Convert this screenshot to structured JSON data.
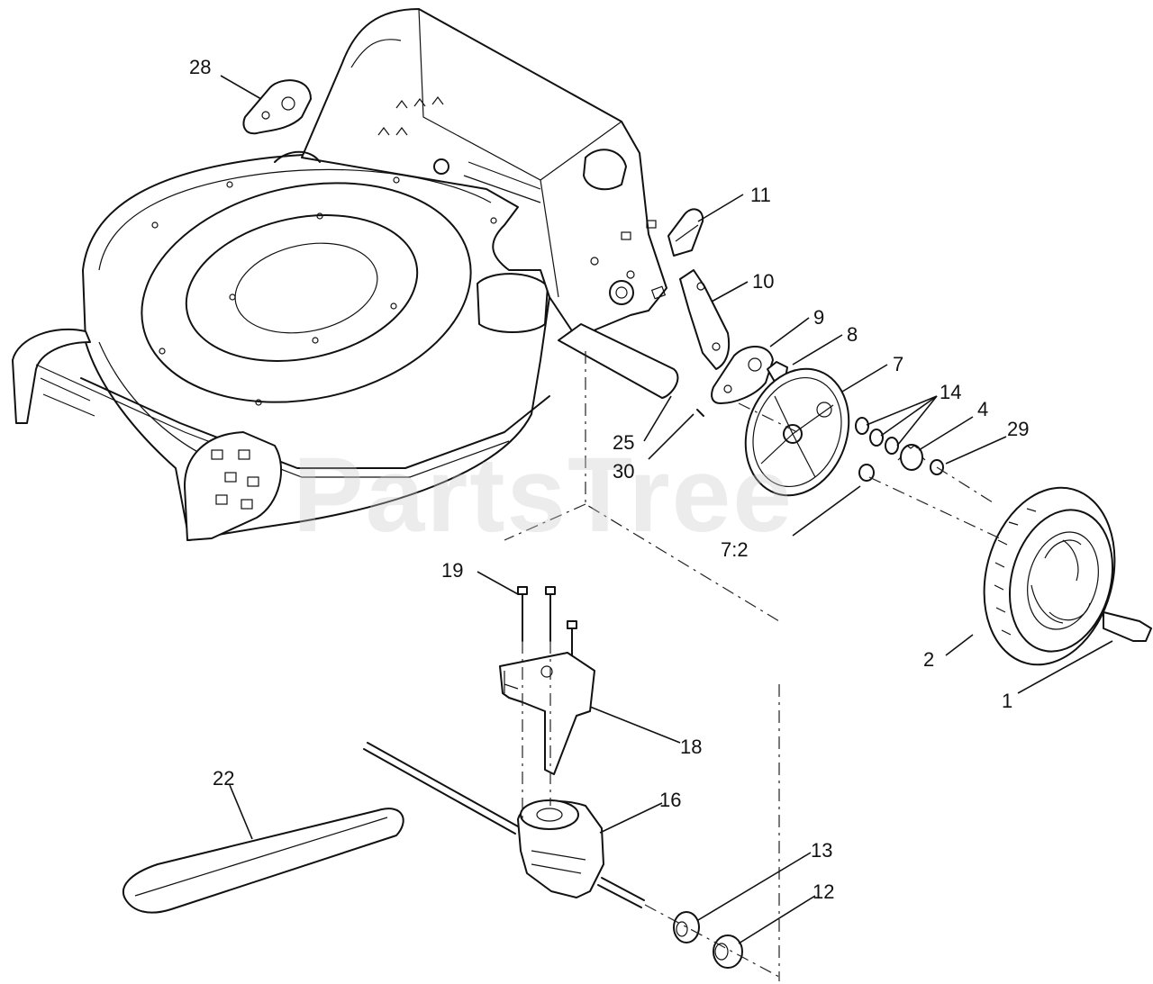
{
  "watermark": "PartsTree",
  "callouts": [
    {
      "id": "c28",
      "label": "28"
    },
    {
      "id": "c11",
      "label": "11"
    },
    {
      "id": "c10",
      "label": "10"
    },
    {
      "id": "c9",
      "label": "9"
    },
    {
      "id": "c8",
      "label": "8"
    },
    {
      "id": "c7",
      "label": "7"
    },
    {
      "id": "c14",
      "label": "14"
    },
    {
      "id": "c4",
      "label": "4"
    },
    {
      "id": "c29",
      "label": "29"
    },
    {
      "id": "c25",
      "label": "25"
    },
    {
      "id": "c30",
      "label": "30"
    },
    {
      "id": "c72",
      "label": "7:2"
    },
    {
      "id": "c19",
      "label": "19"
    },
    {
      "id": "c2",
      "label": "2"
    },
    {
      "id": "c1",
      "label": "1"
    },
    {
      "id": "c18",
      "label": "18"
    },
    {
      "id": "c22",
      "label": "22"
    },
    {
      "id": "c16",
      "label": "16"
    },
    {
      "id": "c13",
      "label": "13"
    },
    {
      "id": "c12",
      "label": "12"
    }
  ]
}
